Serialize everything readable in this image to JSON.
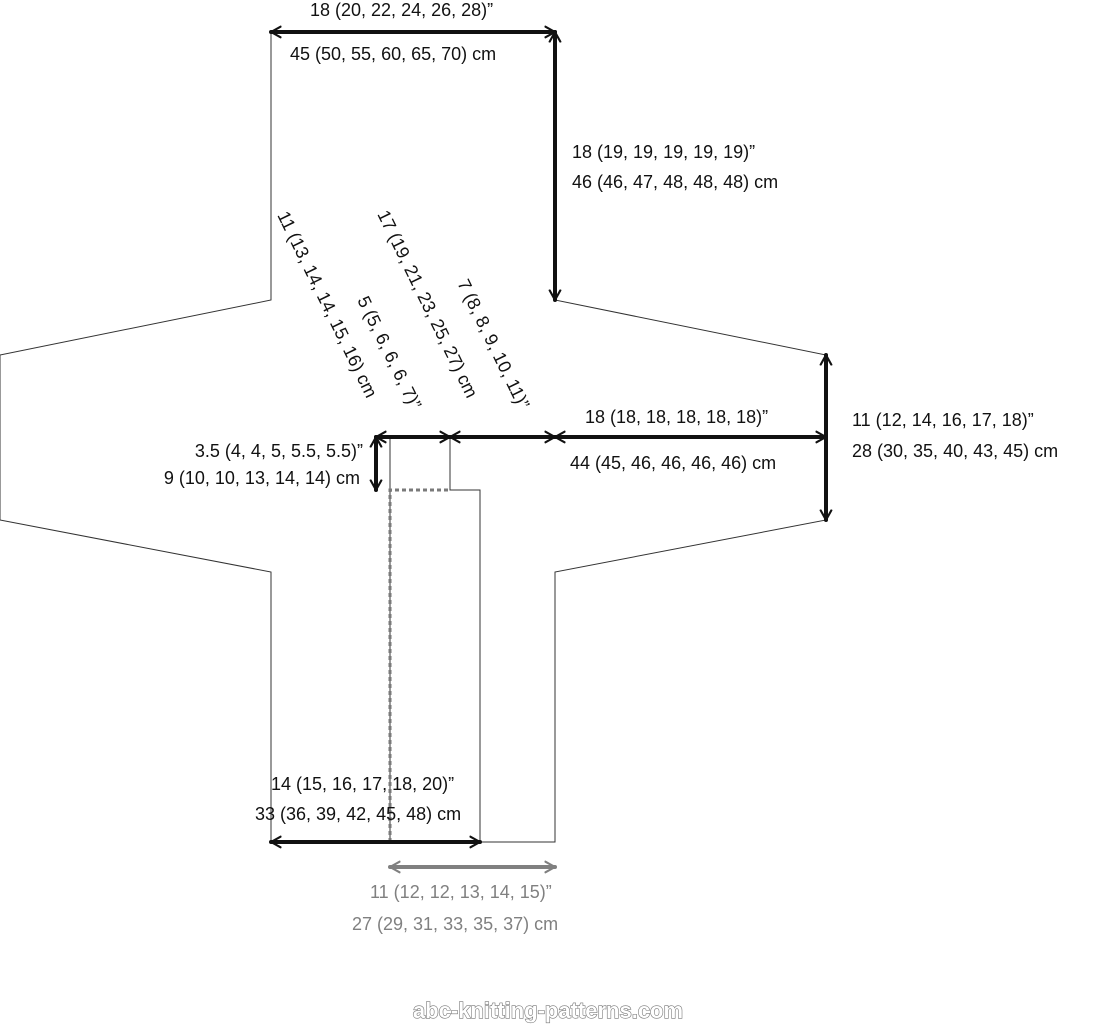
{
  "labels": {
    "top_width_in": "18 (20, 22, 24, 26, 28)”",
    "top_width_cm": "45 (50, 55, 60, 65, 70)  cm",
    "back_length_in": "18 (19, 19, 19, 19, 19)”",
    "back_length_cm": "46 (46, 47, 48, 48, 48)  cm",
    "diag_left": "11 (13, 14, 14, 15, 16) cm",
    "diag_mid_a": "5 (5, 6, 6, 6, 7)”",
    "diag_mid_b": "17 (19, 21, 23, 25, 27) cm",
    "diag_right": "7 (8, 8, 9, 10, 11)”",
    "neck_in": "3.5 (4, 4, 5, 5.5, 5.5)”",
    "neck_cm": "9 (10, 10, 13, 14, 14) cm",
    "sleeve_in": "18 (18, 18, 18, 18, 18)”",
    "sleeve_cm": "44 (45, 46, 46, 46, 46)  cm",
    "cuff_in": "11 (12, 14, 16, 17, 18)”",
    "cuff_cm": "28 (30, 35, 40, 43, 45)  cm",
    "bottom_in": "14 (15, 16, 17, 18, 20)”",
    "bottom_cm": "33 (36, 39, 42, 45, 48)  cm",
    "front_in": "11 (12, 12, 13, 14, 15)”",
    "front_cm": "27 (29, 31, 33, 35, 37)  cm"
  },
  "watermark": "abc-knitting-patterns.com",
  "colors": {
    "arrow": "#111111",
    "secondary": "#808080",
    "outline": "#333333"
  }
}
